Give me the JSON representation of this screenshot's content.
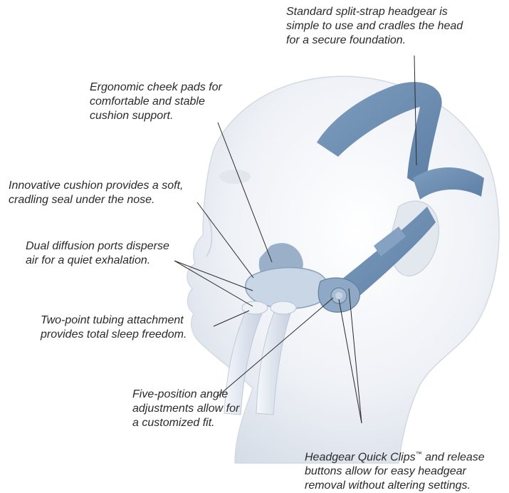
{
  "callouts": {
    "headgear": {
      "lines": [
        "Standard split-strap headgear is",
        "simple to use and cradles the head",
        "for a secure foundation."
      ]
    },
    "cheek_pads": {
      "lines": [
        "Ergonomic cheek pads for",
        "comfortable and stable",
        "cushion support."
      ]
    },
    "cushion": {
      "lines": [
        "Innovative cushion provides a soft,",
        "cradling seal under the nose."
      ]
    },
    "ports": {
      "lines": [
        "Dual diffusion ports disperse",
        "air for a quiet exhalation."
      ]
    },
    "tubing": {
      "lines": [
        "Two-point tubing attachment",
        "provides total sleep freedom."
      ]
    },
    "angle": {
      "lines": [
        "Five-position angle",
        "adjustments allow for",
        "a customized fit."
      ]
    },
    "clips": {
      "line1_pre": "Headgear Quick Clips",
      "line1_tm": "™",
      "line1_post": " and release",
      "lines_rest": [
        "buttons allow for easy headgear",
        "removal without altering settings."
      ]
    }
  },
  "colors": {
    "head_fill": "#e9edf3",
    "strap_blue": "#6f8fb2",
    "tube_fill": "#e4ebf3",
    "leader_line": "#2a2a2a"
  }
}
